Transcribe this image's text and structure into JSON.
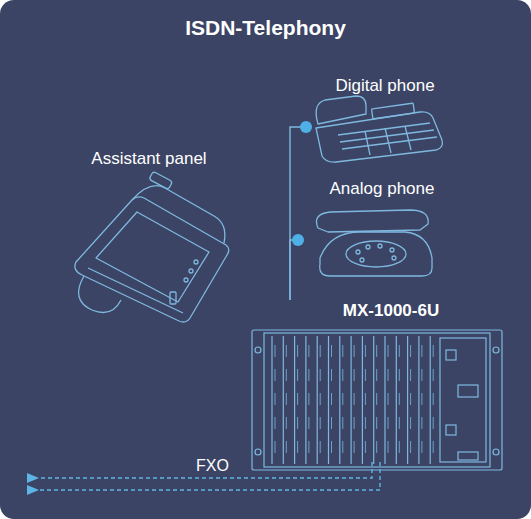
{
  "diagram": {
    "title": "ISDN-Telephony",
    "nodes": [
      {
        "text": [
          "Assistant panel"
        ]
      },
      {
        "text": [
          "Digital phone"
        ]
      },
      {
        "text": [
          "Analog phone"
        ]
      },
      {
        "text": [
          "MX-1000-6U"
        ]
      }
    ],
    "edges": [
      {
        "from": 3,
        "to": 1,
        "arrow": "none"
      },
      {
        "from": 3,
        "to": 2,
        "arrow": "none"
      }
    ],
    "labels": [
      "FXO"
    ]
  }
}
